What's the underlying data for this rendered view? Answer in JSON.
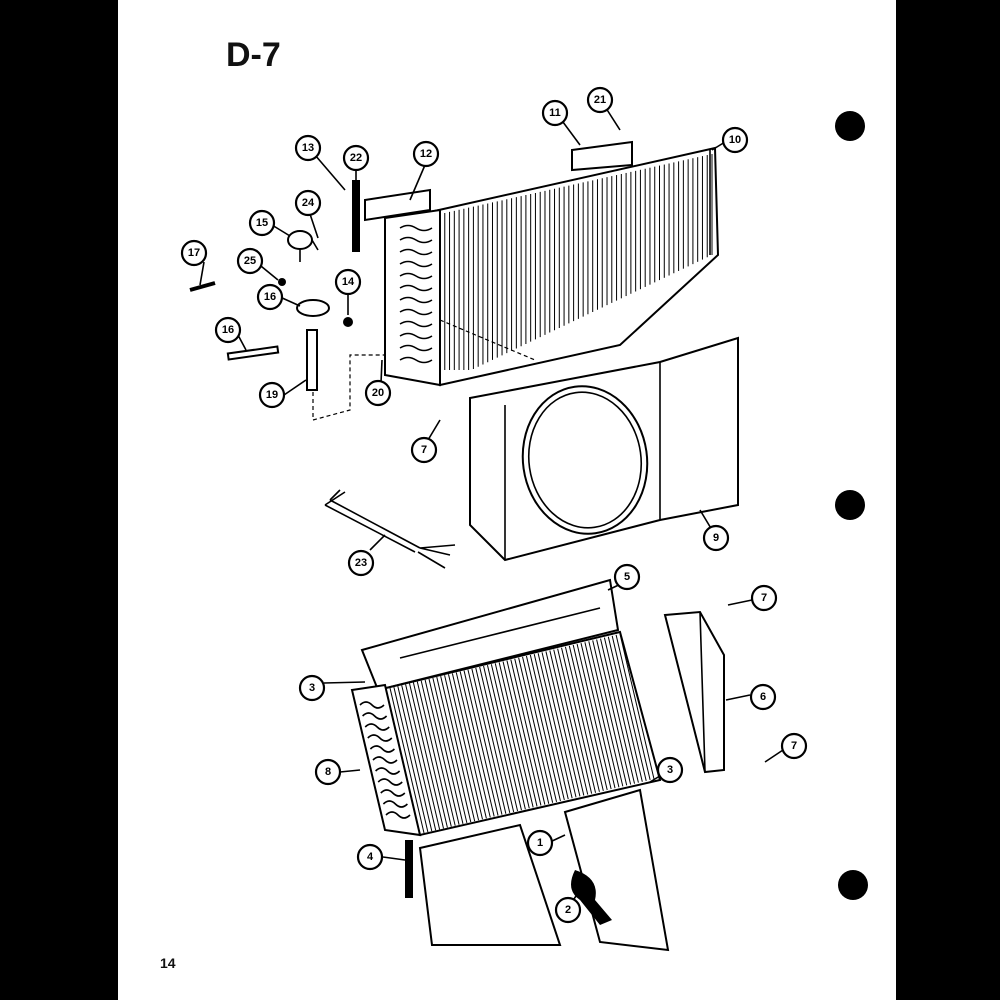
{
  "diagram": {
    "title": "D-7",
    "page_number": "14",
    "callouts": [
      {
        "id": "c1",
        "label": "1"
      },
      {
        "id": "c2",
        "label": "2"
      },
      {
        "id": "c3a",
        "label": "3"
      },
      {
        "id": "c3b",
        "label": "3"
      },
      {
        "id": "c4",
        "label": "4"
      },
      {
        "id": "c5",
        "label": "5"
      },
      {
        "id": "c6",
        "label": "6"
      },
      {
        "id": "c7a",
        "label": "7"
      },
      {
        "id": "c7b",
        "label": "7"
      },
      {
        "id": "c7c",
        "label": "7"
      },
      {
        "id": "c8",
        "label": "8"
      },
      {
        "id": "c9",
        "label": "9"
      },
      {
        "id": "c10",
        "label": "10"
      },
      {
        "id": "c11",
        "label": "11"
      },
      {
        "id": "c12",
        "label": "12"
      },
      {
        "id": "c13",
        "label": "13"
      },
      {
        "id": "c14",
        "label": "14"
      },
      {
        "id": "c15",
        "label": "15"
      },
      {
        "id": "c16a",
        "label": "16"
      },
      {
        "id": "c16b",
        "label": "16"
      },
      {
        "id": "c17",
        "label": "17"
      },
      {
        "id": "c19",
        "label": "19"
      },
      {
        "id": "c20",
        "label": "20"
      },
      {
        "id": "c21",
        "label": "21"
      },
      {
        "id": "c22",
        "label": "22"
      },
      {
        "id": "c23",
        "label": "23"
      },
      {
        "id": "c24",
        "label": "24"
      },
      {
        "id": "c25",
        "label": "25"
      }
    ]
  }
}
